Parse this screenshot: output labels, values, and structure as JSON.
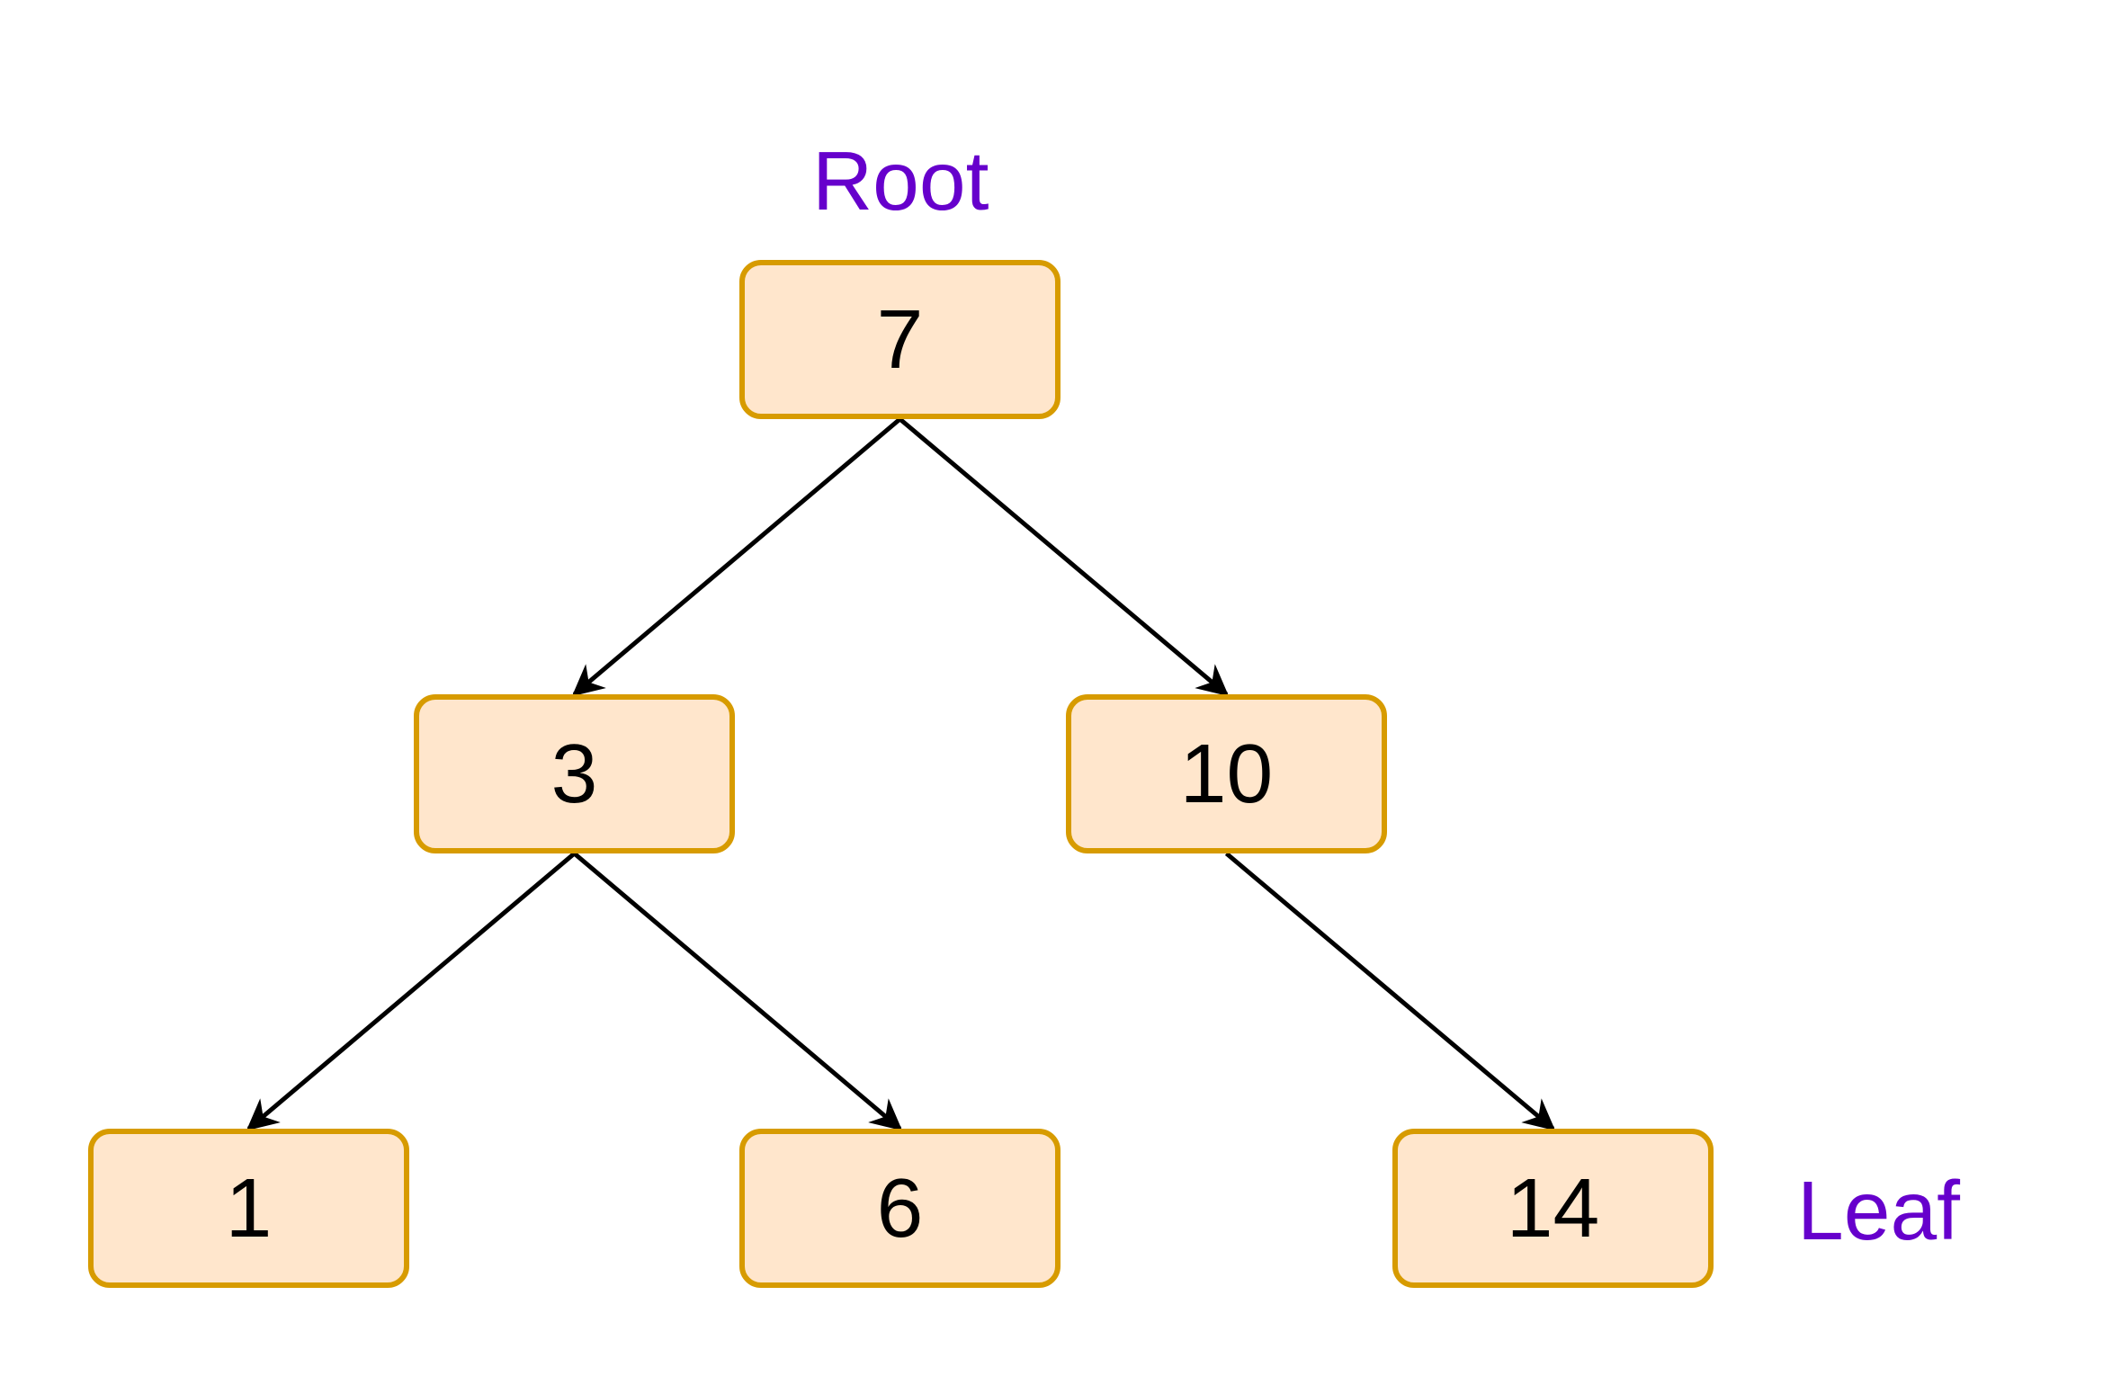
{
  "diagram": {
    "type": "binary-tree",
    "labels": {
      "root": "Root",
      "leaf": "Leaf"
    },
    "nodes": [
      {
        "id": "7",
        "text": "7"
      },
      {
        "id": "3",
        "text": "3"
      },
      {
        "id": "10",
        "text": "10"
      },
      {
        "id": "1",
        "text": "1"
      },
      {
        "id": "6",
        "text": "6"
      },
      {
        "id": "14",
        "text": "14"
      }
    ],
    "edges": [
      {
        "from": "7",
        "to": "3"
      },
      {
        "from": "7",
        "to": "10"
      },
      {
        "from": "3",
        "to": "1"
      },
      {
        "from": "3",
        "to": "6"
      },
      {
        "from": "10",
        "to": "14"
      }
    ],
    "colors": {
      "node_fill": "#ffe6cc",
      "node_border": "#d79b00",
      "label_text": "#6600cc",
      "edge": "#000000"
    }
  }
}
